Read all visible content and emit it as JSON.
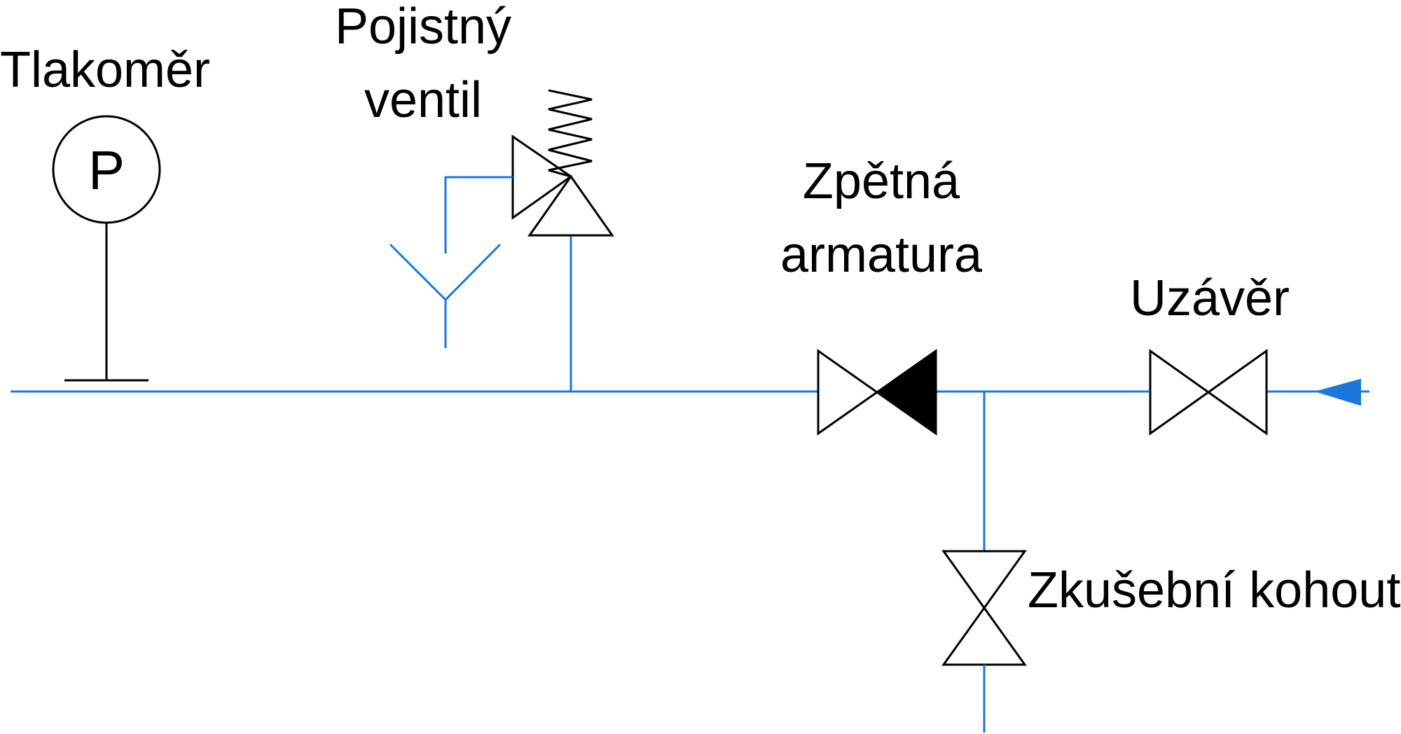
{
  "labels": {
    "pressure_gauge": "Tlakoměr",
    "pressure_gauge_symbol": "P",
    "safety_valve_line1": "Pojistný",
    "safety_valve_line2": "ventil",
    "check_valve_line1": "Zpětná",
    "check_valve_line2": "armatura",
    "shutoff_valve": "Uzávěr",
    "test_cock": "Zkušební kohout"
  },
  "colors": {
    "pipe": "#1a78dc",
    "symbol": "#000000",
    "background": "#ffffff"
  }
}
